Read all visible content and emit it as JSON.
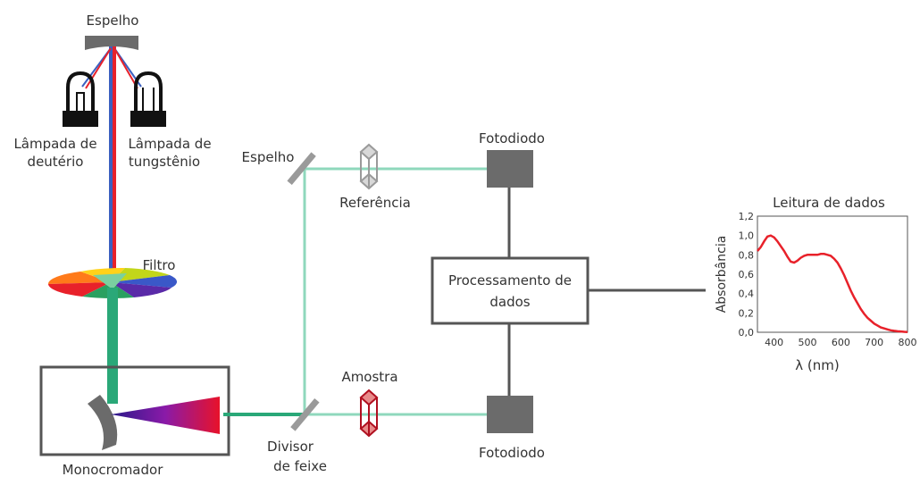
{
  "labels": {
    "mirror_top": "Espelho",
    "deuterium_lamp_line1": "Lâmpada de",
    "deuterium_lamp_line2": "deutério",
    "tungsten_lamp_line1": "Lâmpada de",
    "tungsten_lamp_line2": "tungstênio",
    "filter": "Filtro",
    "monochromator": "Monocromador",
    "mirror_side": "Espelho",
    "reference": "Referência",
    "sample": "Amostra",
    "beam_splitter_line1": "Divisor",
    "beam_splitter_line2": "de feixe",
    "photodiode_top": "Fotodiodo",
    "photodiode_bottom": "Fotodiodo",
    "processing_line1": "Processamento de",
    "processing_line2": "dados"
  },
  "chart_data": {
    "type": "line",
    "title": "Leitura de dados",
    "xlabel": "λ (nm)",
    "ylabel": "Absorbância",
    "xlim": [
      350,
      800
    ],
    "ylim": [
      0,
      1.2
    ],
    "xticks": [
      400,
      500,
      600,
      700,
      800
    ],
    "yticks": [
      "0,0",
      "0,2",
      "0,4",
      "0,6",
      "0,8",
      "1,0",
      "1,2"
    ],
    "series": [
      {
        "color": "#e8212a",
        "x": [
          350,
          360,
          370,
          380,
          390,
          400,
          410,
          420,
          430,
          440,
          450,
          460,
          470,
          480,
          490,
          500,
          510,
          520,
          530,
          540,
          550,
          560,
          570,
          580,
          590,
          600,
          610,
          620,
          630,
          640,
          650,
          660,
          670,
          680,
          690,
          700,
          710,
          720,
          730,
          740,
          750,
          760,
          770,
          780,
          790,
          800
        ],
        "y": [
          0.84,
          0.88,
          0.94,
          0.99,
          1.0,
          0.98,
          0.94,
          0.89,
          0.84,
          0.78,
          0.73,
          0.72,
          0.74,
          0.77,
          0.79,
          0.8,
          0.8,
          0.8,
          0.8,
          0.81,
          0.81,
          0.8,
          0.79,
          0.76,
          0.72,
          0.66,
          0.59,
          0.51,
          0.43,
          0.36,
          0.3,
          0.24,
          0.19,
          0.15,
          0.12,
          0.09,
          0.07,
          0.05,
          0.04,
          0.03,
          0.02,
          0.015,
          0.01,
          0.008,
          0.005,
          0.003
        ]
      }
    ]
  }
}
